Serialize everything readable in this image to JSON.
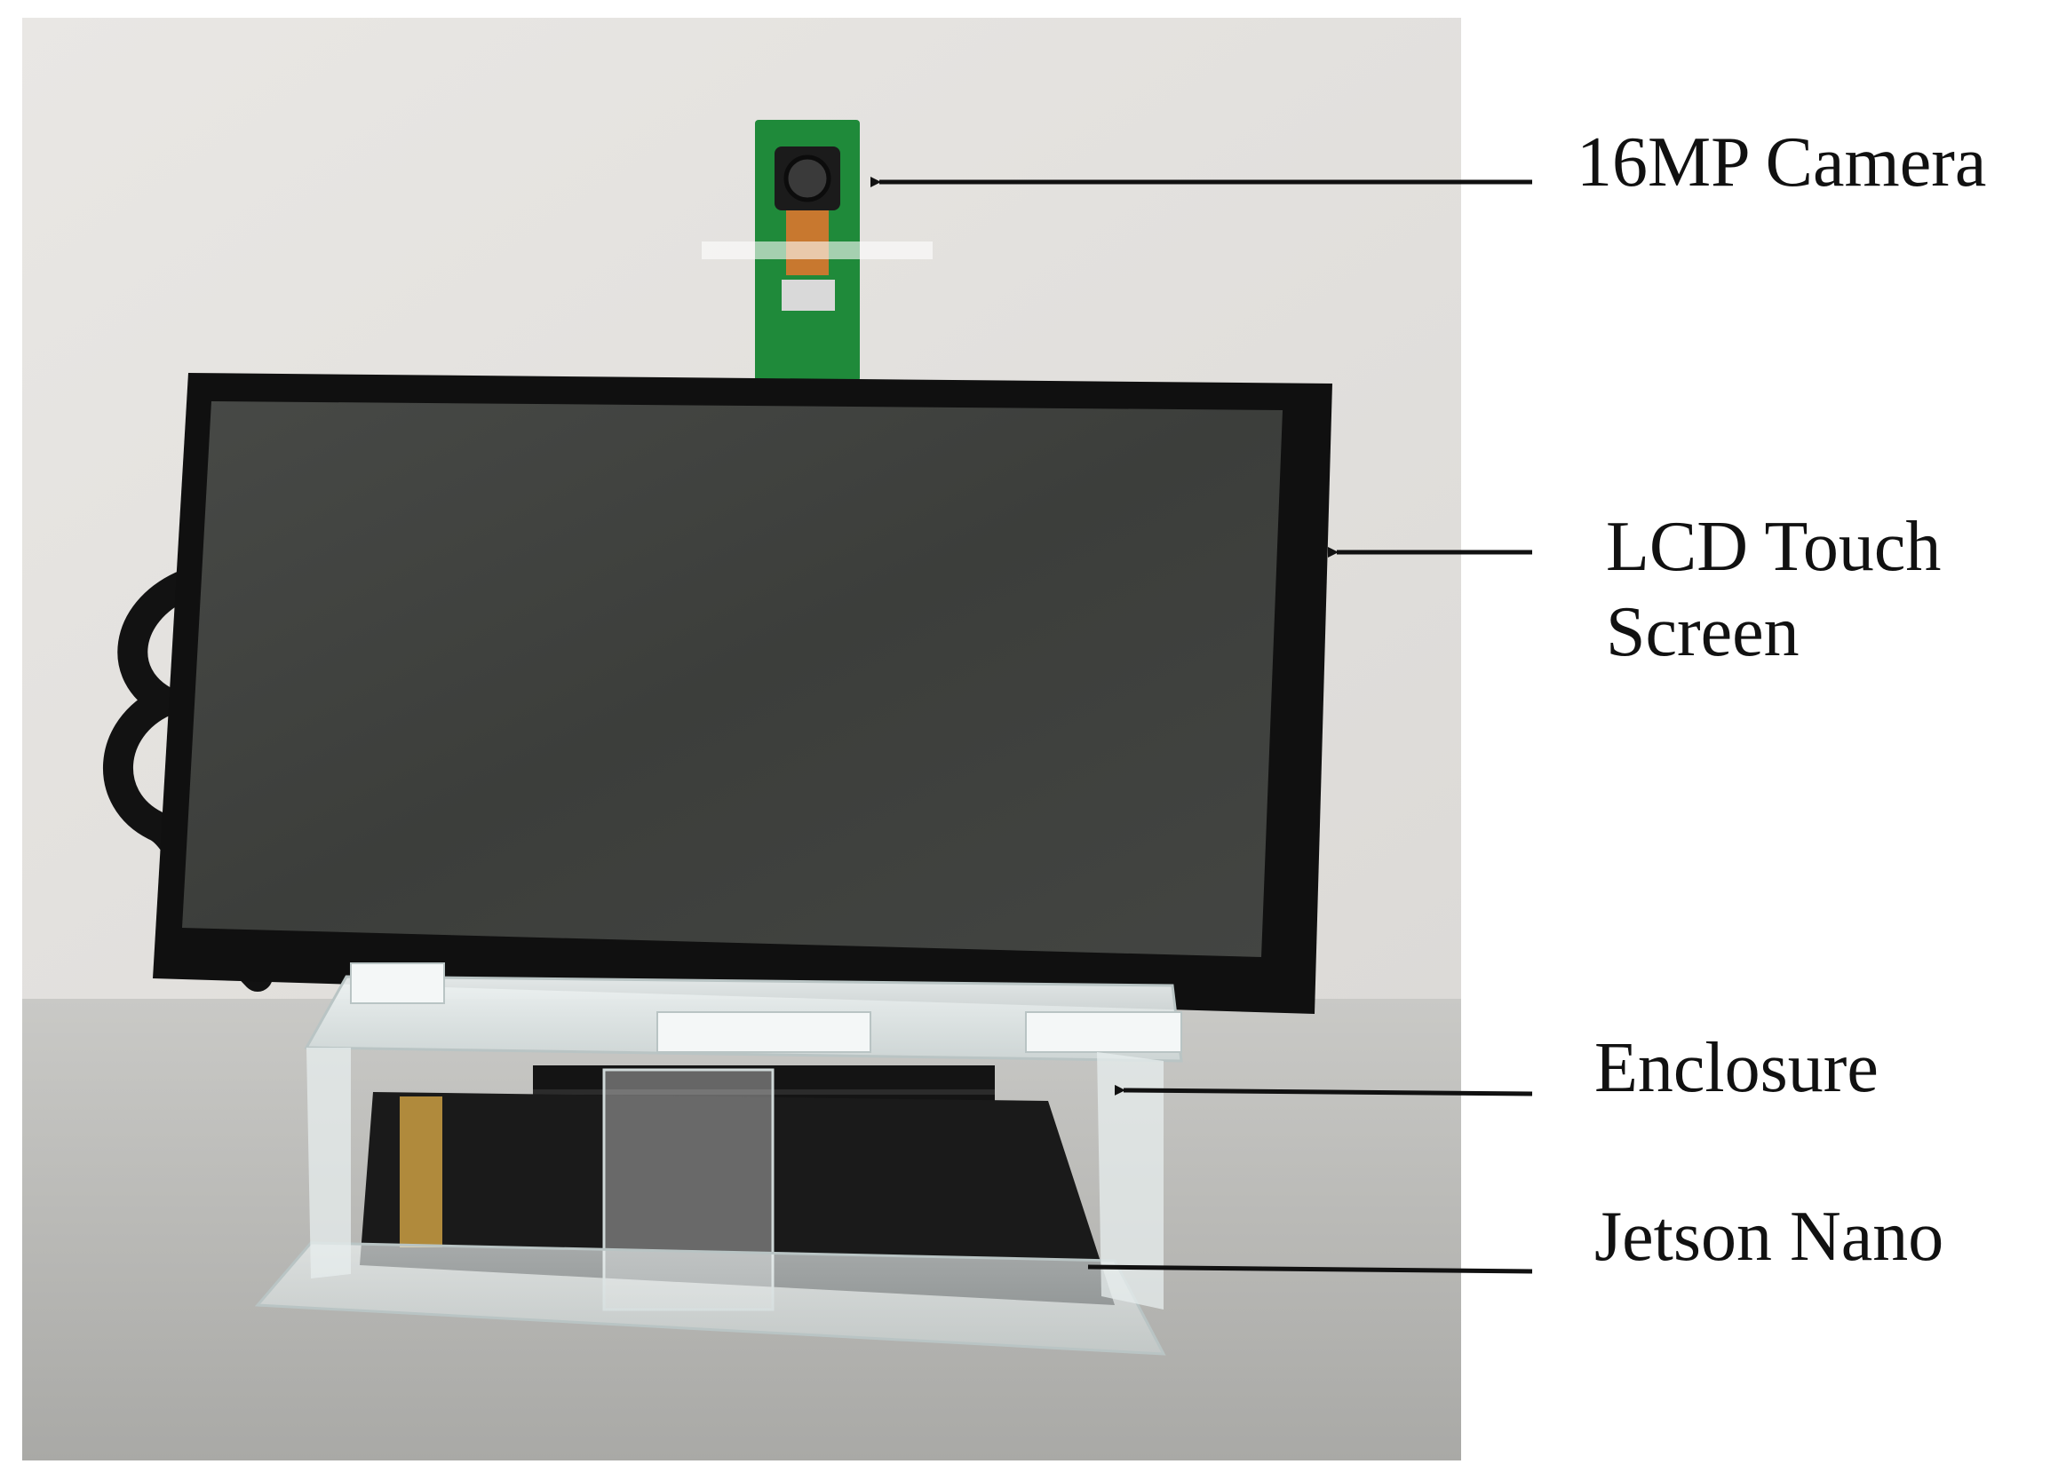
{
  "labels": {
    "camera": "16MP Camera",
    "lcd_line1": "LCD Touch",
    "lcd_line2": "Screen",
    "enclosure": "Enclosure",
    "jetson": "Jetson Nano"
  },
  "colors": {
    "wall": "#e9e7e4",
    "table": "#bdbdba",
    "bezel": "#101010",
    "screen": "#3d3f3c",
    "camera_pcb": "#1f8a3a",
    "ribbon": "#c8782f",
    "acrylic": "#dfe6e6",
    "heatsink": "#141414",
    "board": "#1a1a1a",
    "arrow": "#111111"
  }
}
